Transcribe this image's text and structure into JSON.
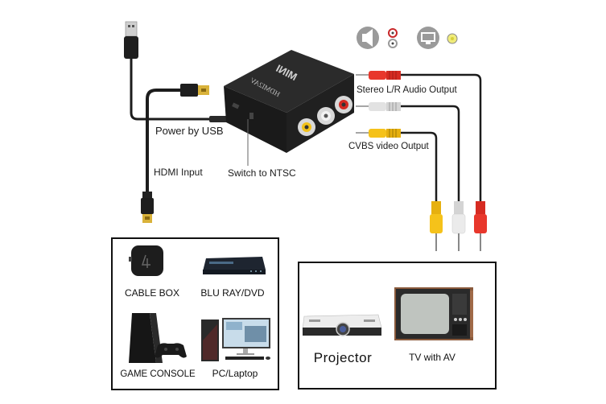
{
  "adapter": {
    "brand_label": "MINI",
    "model_label": "HDMI2AV"
  },
  "callouts": {
    "power": "Power by USB",
    "hdmi_input": "HDMI Input",
    "switch": "Switch to NTSC",
    "audio_output": "Stereo L/R Audio Output",
    "video_output": "CVBS video Output"
  },
  "legend": {
    "audio_icon": "speaker-icon",
    "video_icon": "monitor-icon"
  },
  "sources": {
    "items": [
      {
        "label": "CABLE BOX",
        "icon": "cable-box-icon"
      },
      {
        "label": "BLU RAY/DVD",
        "icon": "bluray-player-icon"
      },
      {
        "label": "GAME CONSOLE",
        "icon": "game-console-icon"
      },
      {
        "label": "PC/Laptop",
        "icon": "pc-icon"
      }
    ]
  },
  "outputs": {
    "items": [
      {
        "label": "Projector",
        "icon": "projector-icon"
      },
      {
        "label": "TV with AV",
        "icon": "tv-icon"
      }
    ]
  },
  "colors": {
    "rca_red": "#e8372c",
    "rca_white": "#e6e6e6",
    "rca_yellow": "#f5c21a",
    "cable": "#1c1c1c",
    "adapter_body": "#222222",
    "hdmi_gold": "#d9b23a"
  }
}
